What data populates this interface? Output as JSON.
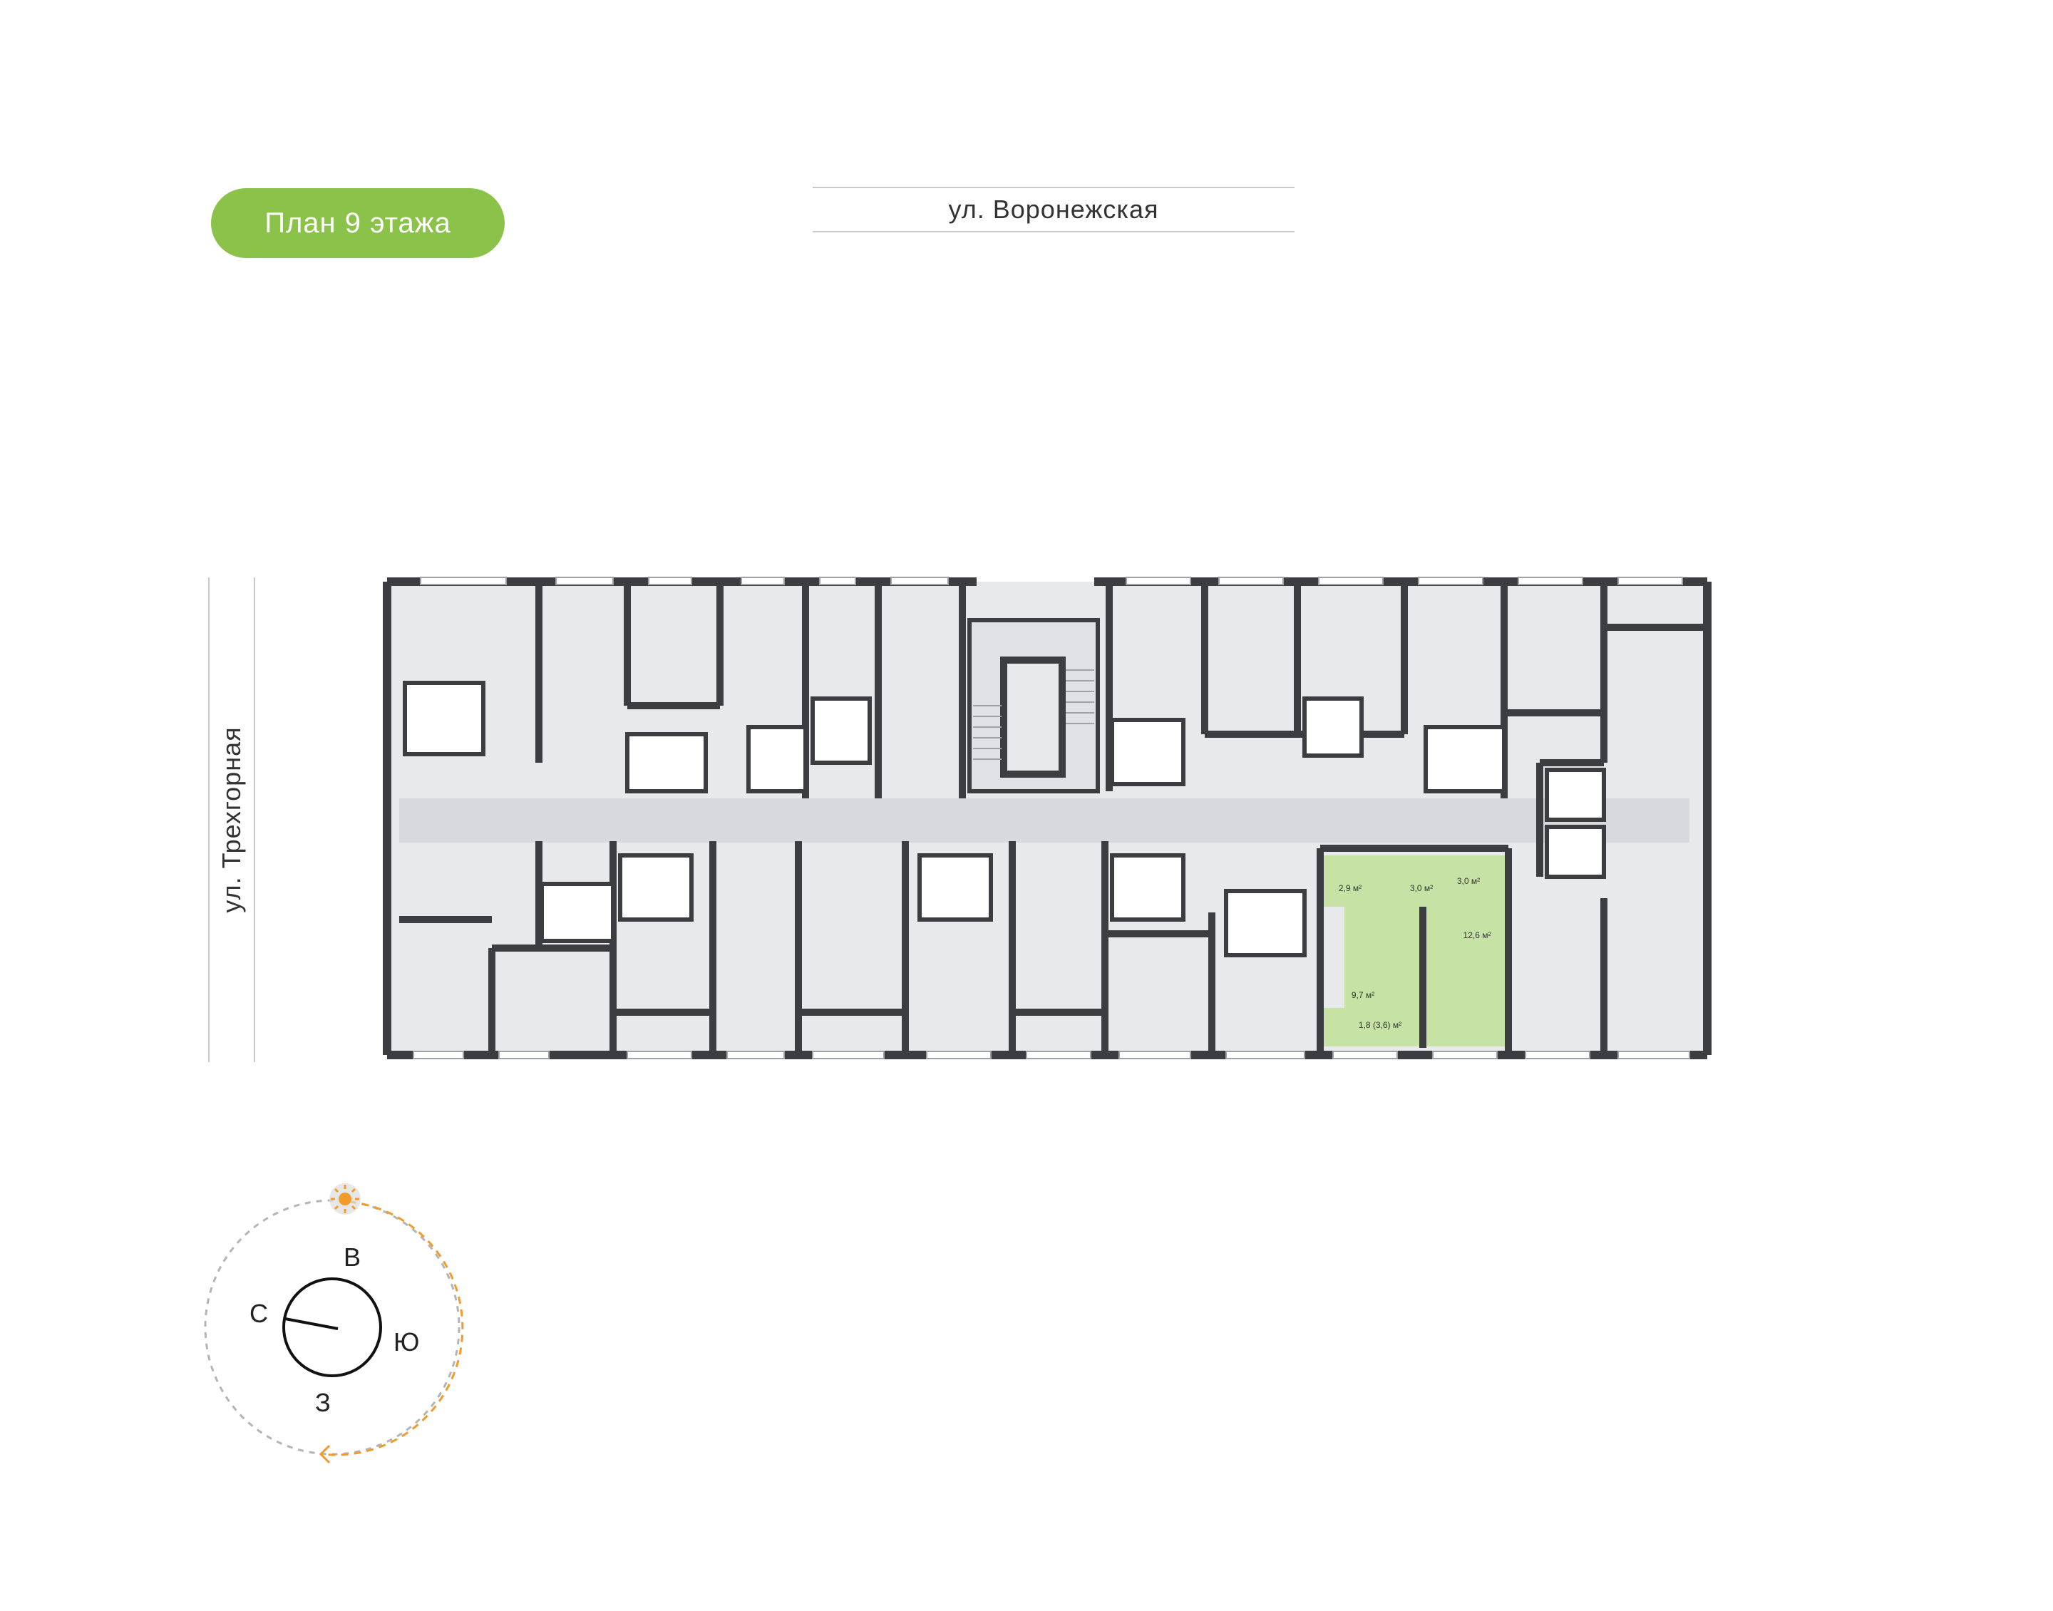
{
  "header": {
    "floor_badge": "План 9 этажа",
    "street_top": "ул. Воронежская",
    "street_left": "ул. Трехгорная"
  },
  "colors": {
    "accent_green": "#8bc34a",
    "highlight_fill": "#c6e2a4",
    "room_fill": "#e8e9eb",
    "wall": "#3b3d41",
    "sun_orange": "#f39a2d",
    "compass_line": "#9e9e9e"
  },
  "plan": {
    "highlighted_areas": [
      {
        "id": "bath",
        "label": "2,9 м²"
      },
      {
        "id": "hall",
        "label": "3,0 м²"
      },
      {
        "id": "storage",
        "label": "3,0 м²"
      },
      {
        "id": "room",
        "label": "12,6 м²"
      },
      {
        "id": "kitchen",
        "label": "9,7 м²"
      },
      {
        "id": "balcony",
        "label": "1,8 (3,6) м²"
      }
    ]
  },
  "compass": {
    "north": "С",
    "east": "В",
    "south": "Ю",
    "west": "З",
    "sun_icon": "sun-icon"
  }
}
